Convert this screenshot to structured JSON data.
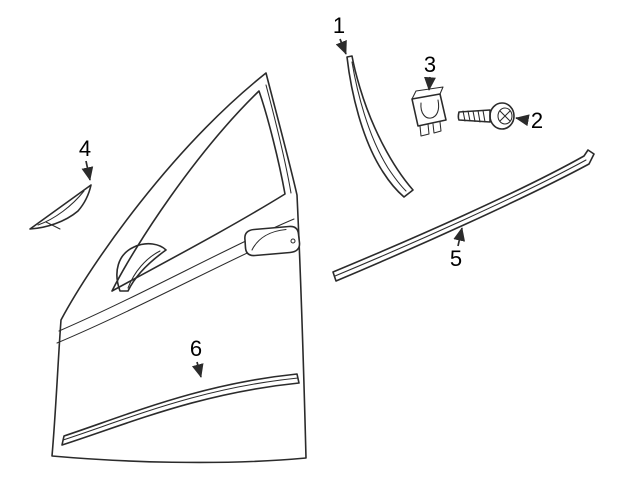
{
  "colors": {
    "background": "#ffffff",
    "line": "#2b2b2b",
    "label": "#000000"
  },
  "callouts": [
    {
      "label": "1"
    },
    {
      "label": "2"
    },
    {
      "label": "3"
    },
    {
      "label": "4"
    },
    {
      "label": "5"
    },
    {
      "label": "6"
    }
  ]
}
